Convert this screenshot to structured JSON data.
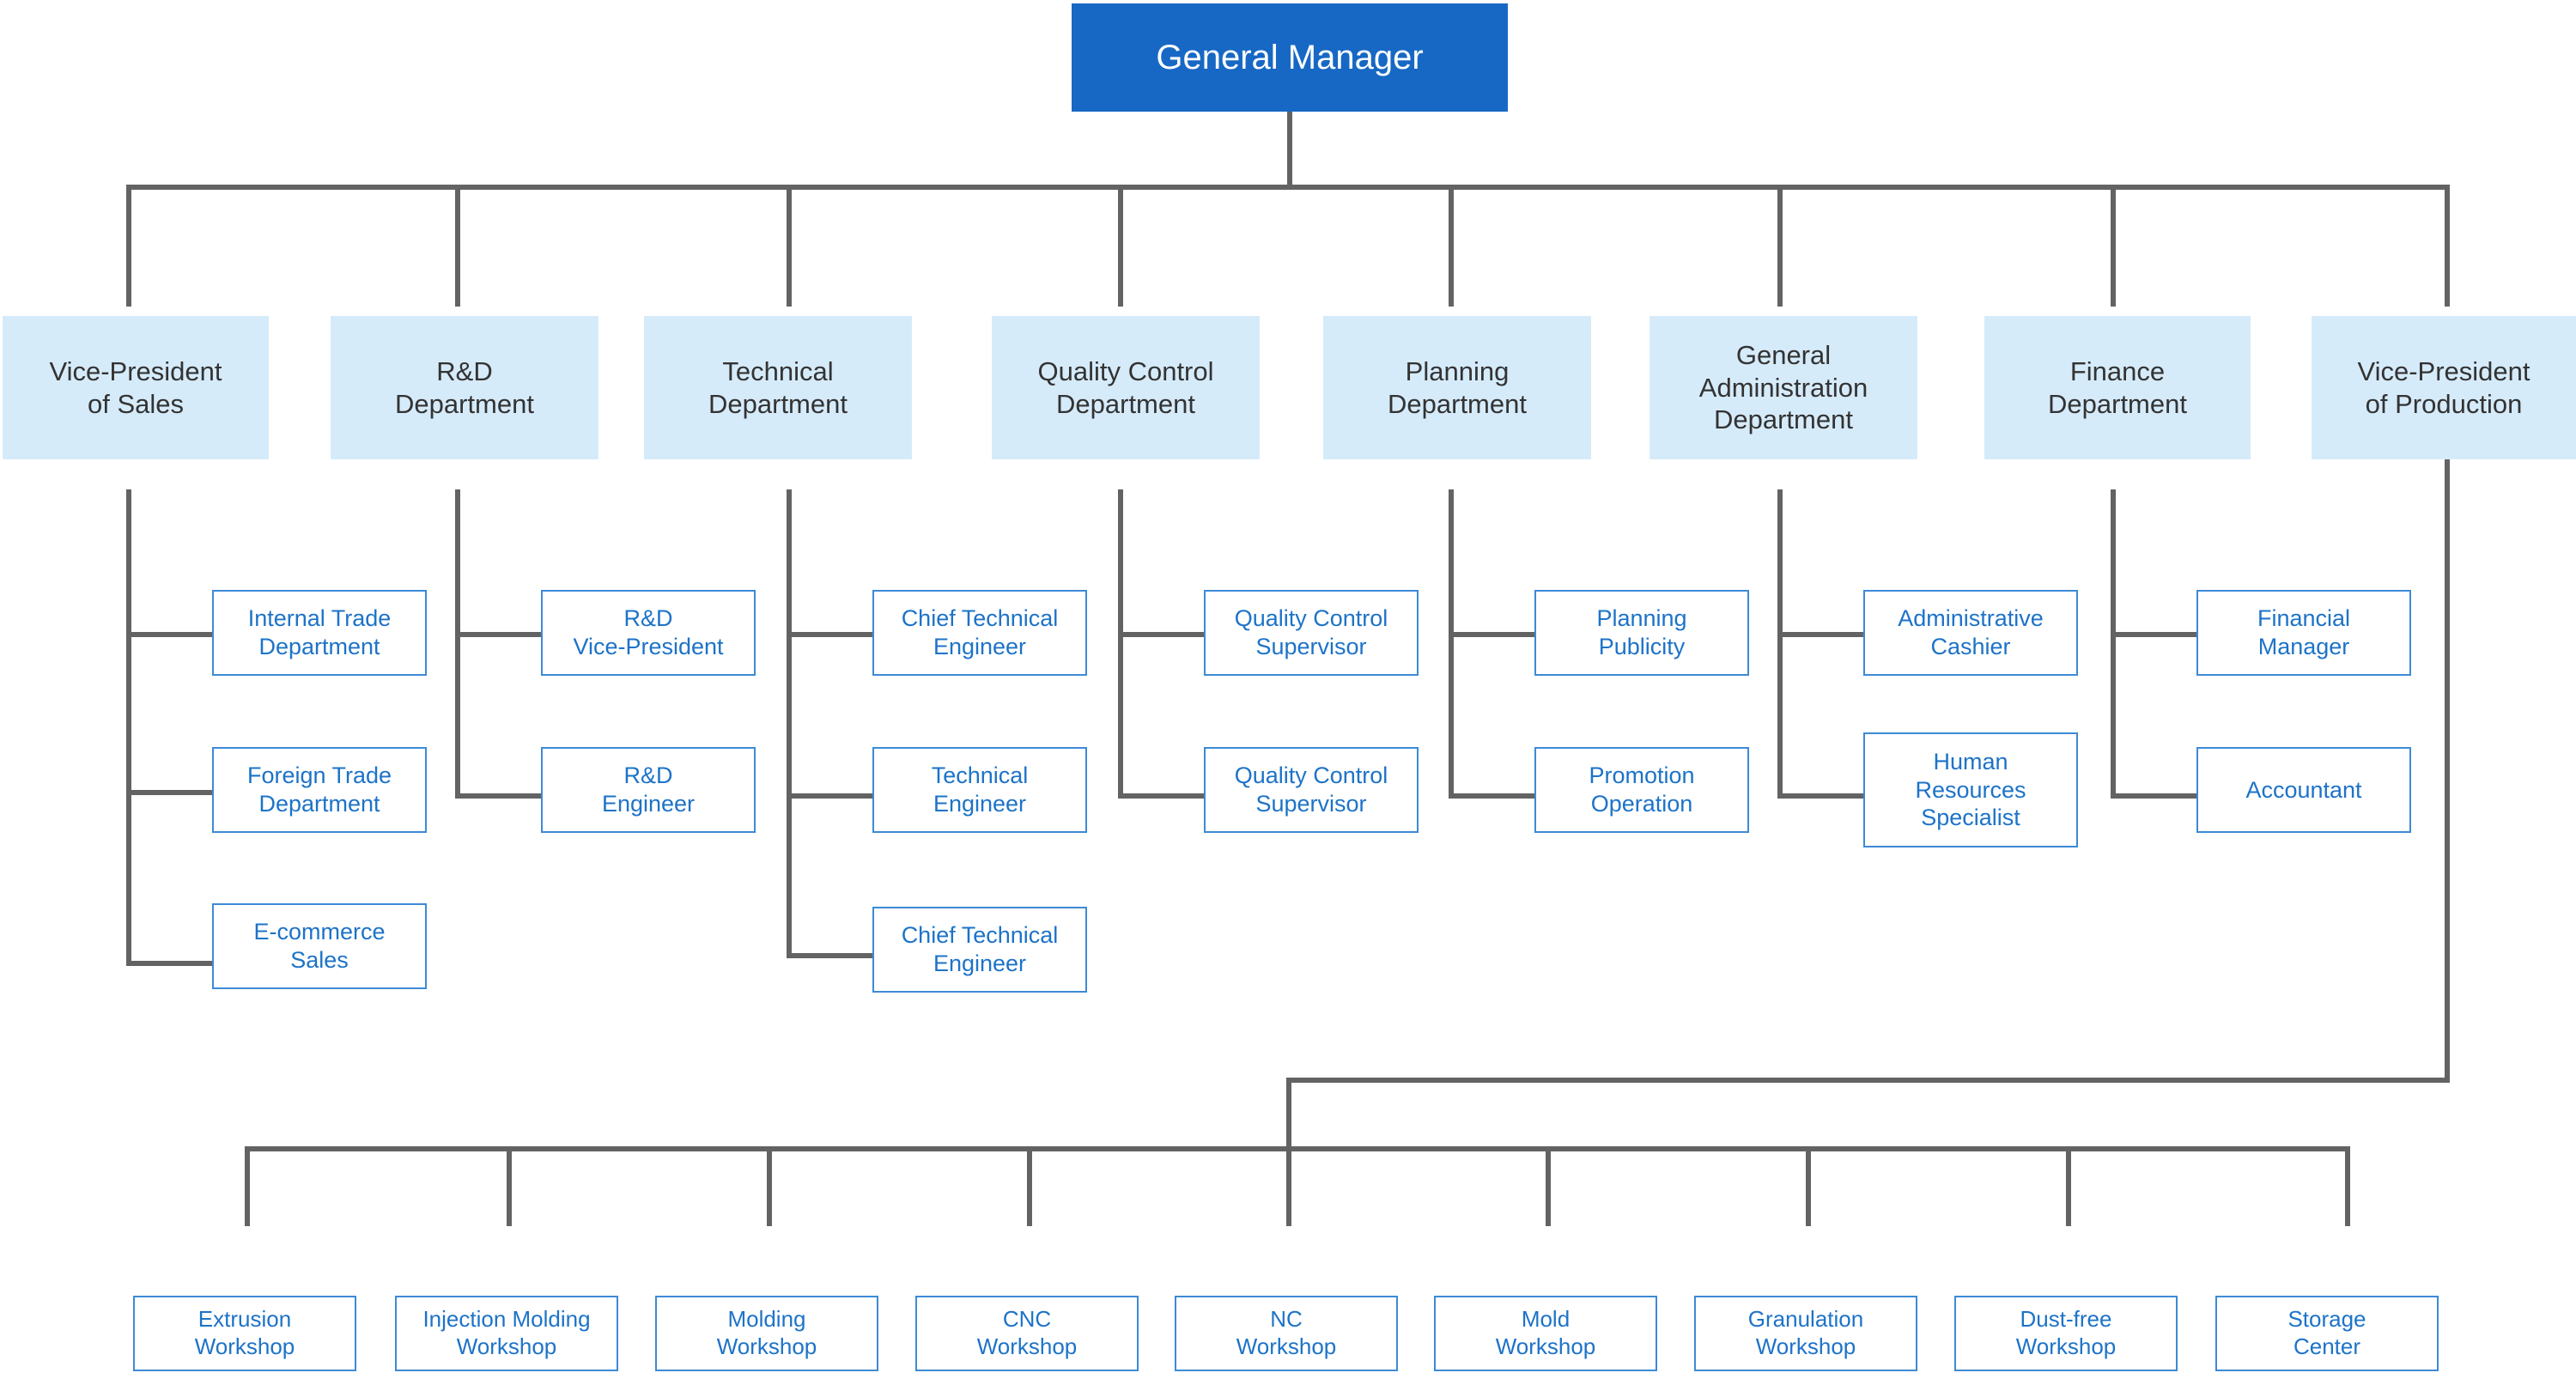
{
  "chart_data": {
    "type": "diagram",
    "diagram_type": "organizational-chart",
    "title": "General Manager",
    "colors": {
      "root_fill": "#1768c4",
      "root_text": "#ffffff",
      "department_fill": "#d6ebfa",
      "department_text": "#333333",
      "sub_fill": "#ffffff",
      "sub_border": "#3d8ad6",
      "sub_text": "#1d73c8",
      "connector": "#636363",
      "background": "#ffffff"
    },
    "levels": 4
  },
  "root": {
    "label": "General Manager"
  },
  "departments": [
    {
      "id": "vice-president-of-sales",
      "label": "Vice-President\nof Sales",
      "children": [
        {
          "id": "internal-trade-department",
          "label": "Internal Trade\nDepartment"
        },
        {
          "id": "foreign-trade-department",
          "label": "Foreign Trade\nDepartment"
        },
        {
          "id": "e-commerce-sales",
          "label": "E-commerce\nSales"
        }
      ]
    },
    {
      "id": "rd-department",
      "label": "R&D\nDepartment",
      "children": [
        {
          "id": "rd-vice-president",
          "label": "R&D\nVice-President"
        },
        {
          "id": "rd-engineer",
          "label": "R&D\nEngineer"
        }
      ]
    },
    {
      "id": "technical-department",
      "label": "Technical\nDepartment",
      "children": [
        {
          "id": "chief-technical-engineer-1",
          "label": "Chief Technical\nEngineer"
        },
        {
          "id": "technical-engineer",
          "label": "Technical\nEngineer"
        },
        {
          "id": "chief-technical-engineer-2",
          "label": "Chief Technical\nEngineer"
        }
      ]
    },
    {
      "id": "quality-control-department",
      "label": "Quality Control\nDepartment",
      "children": [
        {
          "id": "quality-control-supervisor-1",
          "label": "Quality Control\nSupervisor"
        },
        {
          "id": "quality-control-supervisor-2",
          "label": "Quality Control\nSupervisor"
        }
      ]
    },
    {
      "id": "planning-department",
      "label": "Planning\nDepartment",
      "children": [
        {
          "id": "planning-publicity",
          "label": "Planning\nPublicity"
        },
        {
          "id": "promotion-operation",
          "label": "Promotion\nOperation"
        }
      ]
    },
    {
      "id": "general-administration-department",
      "label": "General\nAdministration\nDepartment",
      "children": [
        {
          "id": "administrative-cashier",
          "label": "Administrative\nCashier"
        },
        {
          "id": "human-resources-specialist",
          "label": "Human\nResources\nSpecialist"
        }
      ]
    },
    {
      "id": "finance-department",
      "label": "Finance\nDepartment",
      "children": [
        {
          "id": "financial-manager",
          "label": "Financial\nManager"
        },
        {
          "id": "accountant",
          "label": "Accountant"
        }
      ]
    },
    {
      "id": "vice-president-of-production",
      "label": "Vice-President\nof Production",
      "children": []
    }
  ],
  "workshops": [
    {
      "id": "extrusion-workshop",
      "label": "Extrusion\nWorkshop"
    },
    {
      "id": "injection-molding-workshop",
      "label": "Injection Molding\nWorkshop"
    },
    {
      "id": "molding-workshop",
      "label": "Molding\nWorkshop"
    },
    {
      "id": "cnc-workshop",
      "label": "CNC\nWorkshop"
    },
    {
      "id": "nc-workshop",
      "label": "NC\nWorkshop"
    },
    {
      "id": "mold-workshop",
      "label": "Mold\nWorkshop"
    },
    {
      "id": "granulation-workshop",
      "label": "Granulation\nWorkshop"
    },
    {
      "id": "dust-free-workshop",
      "label": "Dust-free\nWorkshop"
    },
    {
      "id": "storage-center",
      "label": "Storage\nCenter"
    }
  ]
}
